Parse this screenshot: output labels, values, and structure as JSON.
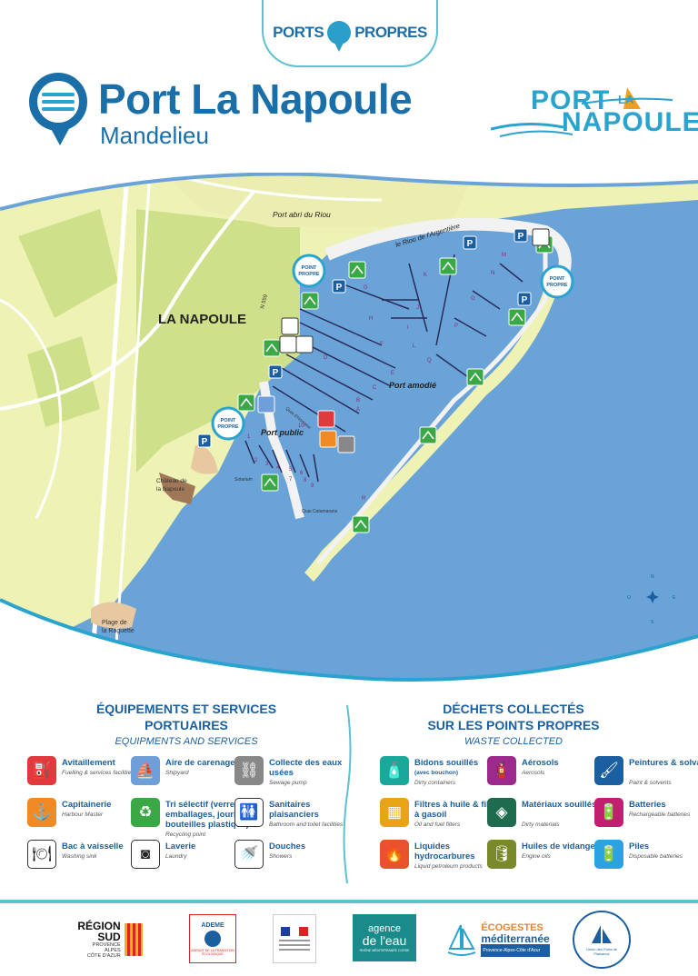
{
  "header": {
    "badge_left": "PORTS",
    "badge_right": "PROPRES",
    "title": "Port La Napoule",
    "subtitle": "Mandelieu",
    "logo_port": "PORT",
    "logo_la": "LA",
    "logo_napoule": "NAPOULE"
  },
  "map": {
    "labels": {
      "port_abri": "Port abri du Riou",
      "riou": "le Riou de l'Argentière",
      "la_napoule": "LA NAPOULE",
      "n559": "N 559",
      "port_amodie": "Port amodié",
      "port_public": "Port public",
      "chateau_1": "Château de",
      "chateau_2": "la Napoule",
      "solarium": "Solarium",
      "quai_cat": "Quai Catamarans",
      "plage_1": "Plage de",
      "plage_2": "la Raguette",
      "point_propre_1": "POINT",
      "point_propre_2": "PROPRE",
      "quai_honneur": "Quai d'Honneur"
    },
    "pontoons": [
      "A",
      "B",
      "C",
      "D",
      "E",
      "F",
      "G",
      "H",
      "I",
      "J",
      "K",
      "L",
      "M",
      "N",
      "O",
      "P",
      "Q",
      "R"
    ],
    "public_pontoons": [
      "1",
      "2",
      "3",
      "4",
      "5",
      "6",
      "7",
      "8",
      "9",
      "10"
    ],
    "compass": {
      "n": "N",
      "s": "S",
      "e": "E",
      "o": "O"
    }
  },
  "legend_left": {
    "title_1": "ÉQUIPEMENTS ET SERVICES",
    "title_2": "PORTUAIRES",
    "subtitle": "EQUIPMENTS AND SERVICES",
    "items": [
      {
        "title": "Avitaillement",
        "sub": "Fuelling & services facilities",
        "color": "#e0393e",
        "glyph": "⛽"
      },
      {
        "title": "Aire de carenage",
        "sub": "Shipyard",
        "color": "#6f9fd8",
        "glyph": "⛵"
      },
      {
        "title": "Collecte des eaux usées",
        "sub": "Sewage pump",
        "color": "#888888",
        "glyph": "⛓"
      },
      {
        "title": "Capitainerie",
        "sub": "Harbour Master",
        "color": "#f08a24",
        "glyph": "⚓"
      },
      {
        "title": "Tri sélectif (verre, emballages, journaux, bouteilles plastique)",
        "sub": "Recycling point",
        "color": "#3aa845",
        "glyph": "♻"
      },
      {
        "title": "Sanitaires plaisanciers",
        "sub": "Bathroom and toilet facilities",
        "color": "#ffffff",
        "glyph": "🚻"
      },
      {
        "title": "Bac à vaisselle",
        "sub": "Washing sink",
        "color": "#ffffff",
        "glyph": "🍽"
      },
      {
        "title": "Laverie",
        "sub": "Laundry",
        "color": "#ffffff",
        "glyph": "◙"
      },
      {
        "title": "Douches",
        "sub": "Showers",
        "color": "#ffffff",
        "glyph": "🚿"
      }
    ]
  },
  "legend_right": {
    "title_1": "DÉCHETS COLLECTÉS",
    "title_2": "SUR LES POINTS PROPRES",
    "subtitle": "WASTE COLLECTED",
    "items": [
      {
        "title": "Bidons souillés",
        "extra": "(avec bouchon)",
        "sub": "Dirty containers",
        "color": "#1aa89a",
        "glyph": "🧴"
      },
      {
        "title": "Aérosols",
        "sub": "Aerosols",
        "color": "#9c2a8c",
        "glyph": "🧯"
      },
      {
        "title": "Peintures & solvants",
        "sub": "Paint & solvents",
        "color": "#1b5fa0",
        "glyph": "🖌"
      },
      {
        "title": "Filtres à huile & filtres à gasoil",
        "sub": "Oil and fuel filters",
        "color": "#e8a317",
        "glyph": "▦"
      },
      {
        "title": "Matériaux souillés",
        "sub": "Dirty materials",
        "color": "#1f6b4e",
        "glyph": "◈"
      },
      {
        "title": "Batteries",
        "sub": "Rechargeable batteries",
        "color": "#c21e72",
        "glyph": "🔋"
      },
      {
        "title": "Liquides hydrocarbures",
        "sub": "Liquid petroleum products",
        "color": "#e8532b",
        "glyph": "🔥"
      },
      {
        "title": "Huiles de vidange",
        "sub": "Engine oils",
        "color": "#7a8a2a",
        "glyph": "🛢"
      },
      {
        "title": "Piles",
        "sub": "Disposable batteries",
        "color": "#2aa3e0",
        "glyph": "🔋"
      }
    ]
  },
  "footer": {
    "region_1": "RÉGION",
    "region_2": "SUD",
    "region_3": "PROVENCE",
    "region_4": "ALPES",
    "region_5": "CÔTE D'AZUR",
    "ademe": "ADEME",
    "ademe_sub": "AGENCE DE LA TRANSITION ÉCOLOGIQUE",
    "agence_1": "agence",
    "agence_2": "de l'eau",
    "agence_3": "RHÔNE MÉDITERRANÉE CORSE",
    "eco_1": "ÉCOGESTES",
    "eco_2": "méditerranée",
    "eco_3": "Provence-Alpes-Côte d'Azur",
    "union": "Union des Ports de Plaisance"
  }
}
